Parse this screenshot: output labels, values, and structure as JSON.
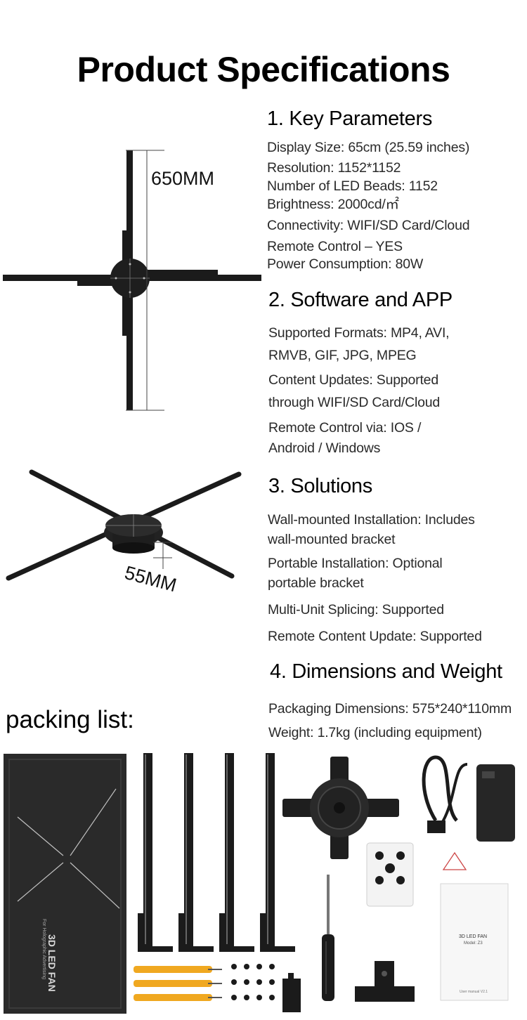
{
  "title": "Product Specifications",
  "sections": [
    {
      "heading": "1. Key Parameters",
      "lines": [
        "Display Size: 65cm (25.59 inches)",
        "Resolution: 1152*1152",
        "Number of LED Beads: 1152",
        "Brightness: 2000cd/㎡",
        "Connectivity: WIFI/SD Card/Cloud",
        "Remote Control – YES",
        "Power Consumption: 80W"
      ]
    },
    {
      "heading": "2. Software and APP",
      "lines": [
        "Supported Formats: MP4, AVI,",
        "RMVB, GIF, JPG, MPEG",
        "Content Updates: Supported",
        "through WIFI/SD Card/Cloud",
        "Remote Control via: IOS /",
        "Android / Windows"
      ]
    },
    {
      "heading": "3. Solutions",
      "lines": [
        "Wall-mounted Installation: Includes",
        "wall-mounted bracket",
        "Portable Installation: Optional",
        "portable bracket",
        "Multi-Unit Splicing: Supported",
        "Remote Content Update: Supported"
      ]
    },
    {
      "heading": "4. Dimensions and Weight",
      "lines": [
        "Packaging Dimensions: 575*240*110mm",
        "Weight: 1.7kg (including equipment)"
      ]
    }
  ],
  "dimensions": {
    "height_label": "650MM",
    "depth_label": "55MM"
  },
  "packing": {
    "title": "packing list:",
    "box_text": "3D LED FAN",
    "box_subtext": "For Holographic Advertising",
    "manual_title": "3D LED FAN",
    "manual_model": "Model: Z3",
    "manual_footer": "User manual V2.1"
  },
  "colors": {
    "product_black": "#1b1b1b",
    "box": "#2a2a2a",
    "screw_yellow": "#f0a820"
  }
}
